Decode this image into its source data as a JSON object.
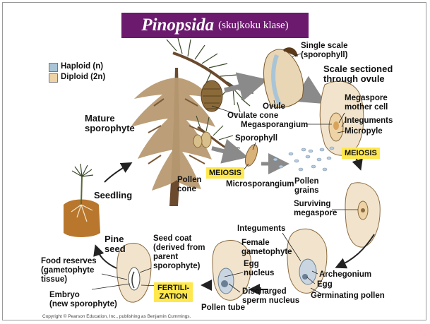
{
  "title": {
    "main": "Pinopsida",
    "sub": "(skujkoku klase)"
  },
  "legend": {
    "items": [
      {
        "label": "Haploid (n)",
        "color": "#a9c4d6"
      },
      {
        "label": "Diploid (2n)",
        "color": "#edd3a6"
      }
    ]
  },
  "labels": {
    "single_scale": "Single scale",
    "sporophyll_paren": "(sporophyll)",
    "scale_sectioned_1": "Scale sectioned",
    "scale_sectioned_2": "through ovule",
    "ovule": "Ovule",
    "ovulate_cone": "Ovulate cone",
    "megasporangium": "Megasporangium",
    "megaspore_mother_1": "Megaspore",
    "megaspore_mother_2": "mother cell",
    "integuments_top": "Integuments",
    "micropyle": "Micropyle",
    "mature_sporophyte_1": "Mature",
    "mature_sporophyte_2": "sporophyte",
    "sporophyll": "Sporophyll",
    "pollen_cone_1": "Pollen",
    "pollen_cone_2": "cone",
    "microsporangium": "Microsporangium",
    "pollen_grains_1": "Pollen",
    "pollen_grains_2": "grains",
    "seedling": "Seedling",
    "surviving_megaspore_1": "Surviving",
    "surviving_megaspore_2": "megaspore",
    "pine_seed_1": "Pine",
    "pine_seed_2": "seed",
    "seed_coat_1": "Seed coat",
    "seed_coat_2": "(derived from",
    "seed_coat_3": "parent",
    "seed_coat_4": "sporophyte)",
    "integuments_bottom": "Integuments",
    "female_gametophyte_1": "Female",
    "female_gametophyte_2": "gametophyte",
    "food_reserves_1": "Food reserves",
    "food_reserves_2": "(gametophyte",
    "food_reserves_3": "tissue)",
    "egg_nucleus_1": "Egg",
    "egg_nucleus_2": "nucleus",
    "archegonium": "Archegonium",
    "egg": "Egg",
    "discharged_sperm_1": "Discharged",
    "discharged_sperm_2": "sperm nucleus",
    "germinating_pollen": "Germinating pollen",
    "embryo_1": "Embryo",
    "embryo_2": "(new sporophyte)",
    "pollen_tube": "Pollen tube"
  },
  "badges": {
    "meiosis_left": "MEIOSIS",
    "meiosis_right": "MEIOSIS",
    "fertilization_1": "FERTILI-",
    "fertilization_2": "ZATION"
  },
  "copyright": "Copyright © Pearson Education, Inc., publishing as Benjamin Cummings."
}
